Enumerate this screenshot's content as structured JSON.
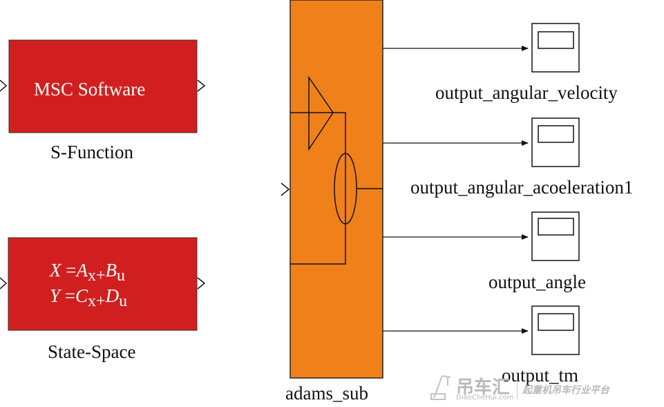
{
  "blocks": {
    "sfunction": {
      "content": "MSC Software",
      "label": "S-Function"
    },
    "statespace": {
      "label": "State-Space",
      "eq1": {
        "lhs": "X",
        "eq": "=",
        "a": "A",
        "x": "x",
        "plus": "+",
        "b": "B",
        "u": "u"
      },
      "eq2": {
        "lhs": "Y",
        "eq": "=",
        "a": "C",
        "x": "x",
        "plus": "+",
        "b": "D",
        "u": "u"
      }
    },
    "subsystem": {
      "label": "adams_sub"
    },
    "scopes": [
      {
        "label": "output_angular_velocity"
      },
      {
        "label": "output_angular_acoeleration1"
      },
      {
        "label": "output_angle"
      },
      {
        "label": "output_tm"
      }
    ]
  },
  "watermark": {
    "brand": "吊车汇",
    "url": "DiaoCheHui.com",
    "slogan": "起重机吊车行业平台"
  },
  "colors": {
    "red_block": "#d11f1f",
    "orange_block": "#f0801a",
    "line": "#111111",
    "scope_fill": "#ffffff"
  }
}
